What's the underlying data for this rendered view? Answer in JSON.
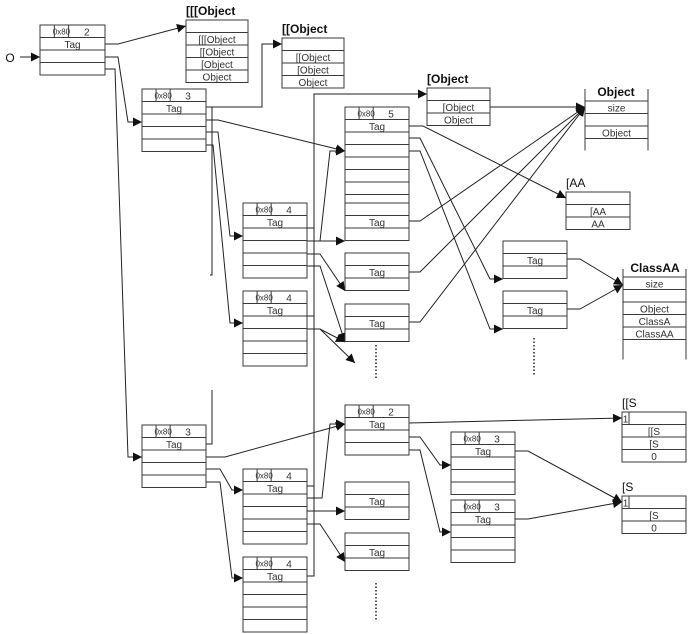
{
  "root_label": "O",
  "header_hex": "0x80",
  "tag_label": "Tag",
  "nodes": {
    "n2_top": {
      "count": "2"
    },
    "n3_a": {
      "count": "3"
    },
    "n3_b": {
      "count": "3"
    },
    "n4_a": {
      "count": "4"
    },
    "n4_b": {
      "count": "4"
    },
    "n4_c": {
      "count": "4"
    },
    "n4_d": {
      "count": "4"
    },
    "n5": {
      "count": "5"
    },
    "n2_low": {
      "count": "2"
    },
    "n3_c": {
      "count": "3"
    },
    "n3_d": {
      "count": "3"
    }
  },
  "classes": {
    "obj3": {
      "title": "[[[Object",
      "rows": [
        "",
        "[[[Object",
        "[[Object",
        "[Object",
        "Object"
      ]
    },
    "obj2": {
      "title": "[[Object",
      "rows": [
        "",
        "[[Object",
        "[Object",
        "Object"
      ]
    },
    "obj1": {
      "title": "[Object",
      "rows": [
        "",
        "[Object",
        "Object"
      ]
    },
    "obj0": {
      "title": "Object",
      "rows": [
        "size",
        "",
        "Object"
      ]
    },
    "aa1": {
      "title": "[AA",
      "rows": [
        "",
        "[AA",
        "AA"
      ]
    },
    "classaa": {
      "title": "ClassAA",
      "rows": [
        "size",
        "",
        "Object",
        "ClassA",
        "ClassAA"
      ]
    },
    "s2": {
      "title": "[[S",
      "first": "1",
      "rows": [
        "",
        "[[S",
        "[S",
        "0"
      ]
    },
    "s1": {
      "title": "[S",
      "first": "1",
      "rows": [
        "",
        "[S",
        "0"
      ]
    }
  },
  "ellipsis": "......"
}
